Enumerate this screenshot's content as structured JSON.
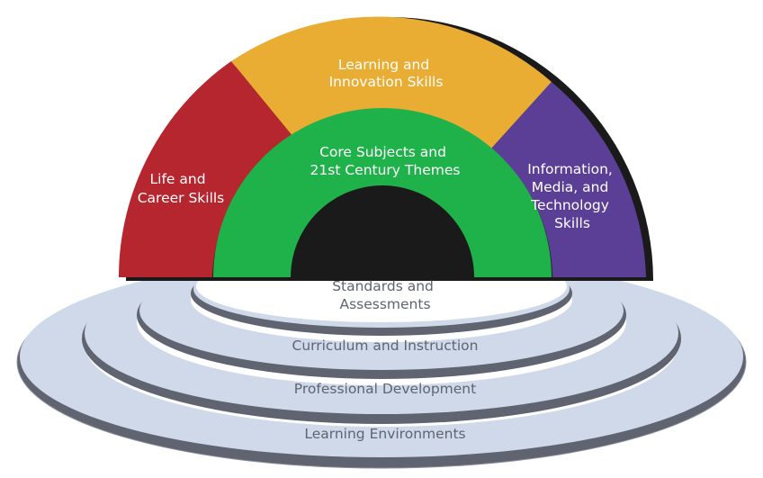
{
  "colors": {
    "life_career": "#b5262f",
    "learning_innovation": "#e9ad33",
    "information_media": "#5b3f96",
    "core_subjects": "#20b24a",
    "ring_fill": "#cfd9ea",
    "ring_edge": "#5f6470",
    "arch_shadow": "#1a1a1a"
  },
  "arch": {
    "life_career": {
      "line1": "Life and",
      "line2": "Career Skills"
    },
    "learning_innovation": {
      "line1": "Learning and",
      "line2": "Innovation Skills"
    },
    "information_media": {
      "line1": "Information,",
      "line2": "Media, and",
      "line3": "Technology",
      "line4": "Skills"
    },
    "core_subjects": {
      "line1": "Core Subjects and",
      "line2": "21st Century Themes"
    }
  },
  "rings": {
    "standards": {
      "line1": "Standards and",
      "line2": "Assessments"
    },
    "curriculum": "Curriculum and Instruction",
    "professional": "Professional Development",
    "environments": "Learning Environments"
  }
}
